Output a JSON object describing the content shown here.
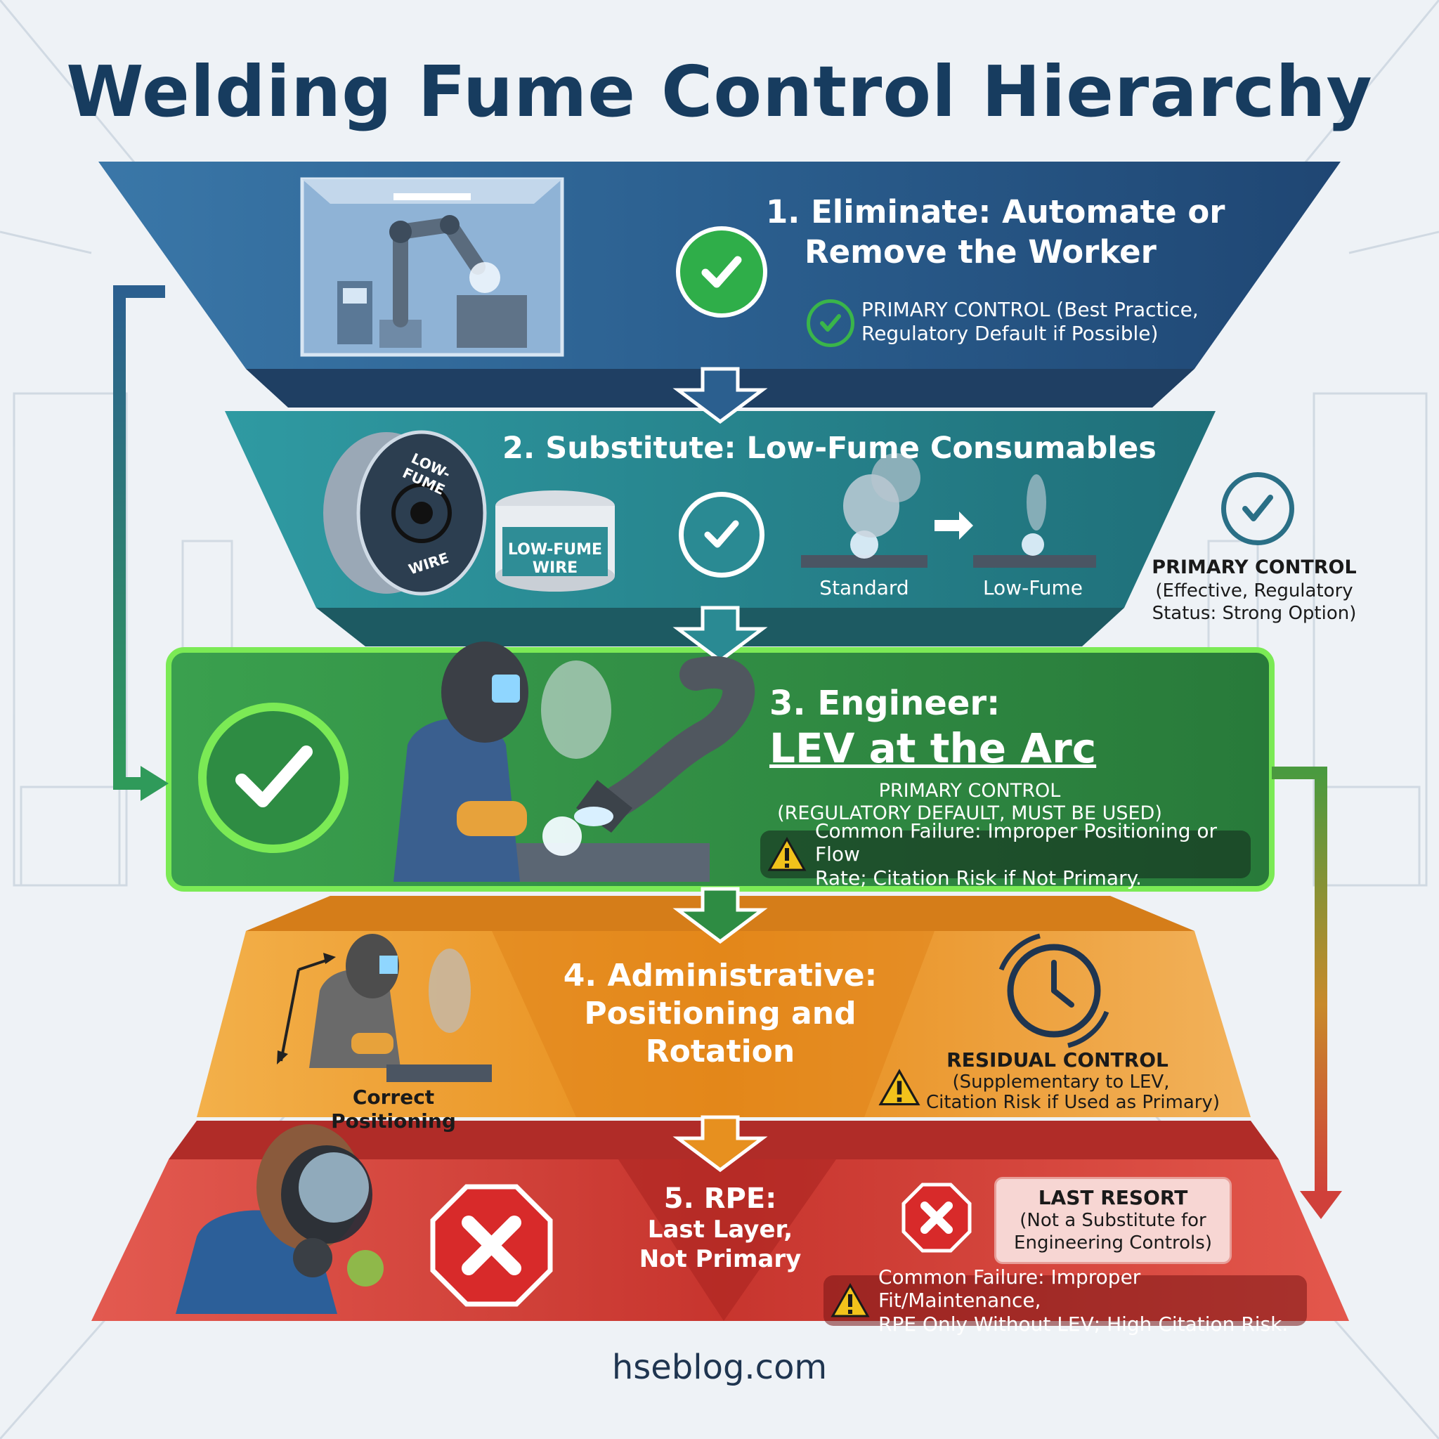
{
  "title": "Welding Fume Control Hierarchy",
  "footer": "hseblog.com",
  "colors": {
    "eliminate": "#2b5f8f",
    "substitute": "#2a8a93",
    "engineer": "#2e8c43",
    "administrative": "#e7901f",
    "rpe": "#d6483f",
    "title": "#173c5f",
    "check_green": "#3ab54a"
  },
  "tiers": {
    "eliminate": {
      "heading": "1. Eliminate: Automate or Remove the Worker",
      "heading_line1": "1. Eliminate: Automate or",
      "heading_line2": "Remove the Worker",
      "status_line1": "PRIMARY CONTROL (Best Practice,",
      "status_line2": "Regulatory Default if Possible)",
      "icon": "robot-welding-cell-icon"
    },
    "substitute": {
      "heading": "2. Substitute: Low-Fume Consumables",
      "spool_label_top": "LOW-FUME",
      "spool_label_bottom": "WIRE",
      "tub_label_line1": "LOW-FUME",
      "tub_label_line2": "WIRE",
      "compare_left": "Standard",
      "compare_right": "Low-Fume",
      "status_title": "PRIMARY CONTROL",
      "status_line1": "(Effective, Regulatory",
      "status_line2": "Status: Strong Option)"
    },
    "engineer": {
      "heading_line1": "3. Engineer:",
      "heading_line2": "LEV at the Arc",
      "status_line1": "PRIMARY CONTROL",
      "status_line2": "(REGULATORY DEFAULT, MUST BE USED)",
      "warning_line1": "Common Failure: Improper Positioning or Flow",
      "warning_line2": "Rate; Citation Risk if Not Primary."
    },
    "administrative": {
      "heading_line1": "4. Administrative:",
      "heading_line2": "Positioning and",
      "heading_line3": "Rotation",
      "image_caption": "Correct Positioning",
      "status_title": "RESIDUAL CONTROL",
      "status_line1": "(Supplementary to LEV,",
      "status_line2": "Citation Risk if Used as Primary)",
      "icon": "clock-rotation-icon"
    },
    "rpe": {
      "heading_line1": "5. RPE:",
      "heading_line2": "Last Layer,",
      "heading_line3": "Not Primary",
      "callout_title": "LAST RESORT",
      "callout_line1": "(Not a Substitute for",
      "callout_line2": "Engineering Controls)",
      "warning_line1": "Common Failure: Improper Fit/Maintenance,",
      "warning_line2": "RPE Only Without LEV; High Citation Risk."
    }
  }
}
